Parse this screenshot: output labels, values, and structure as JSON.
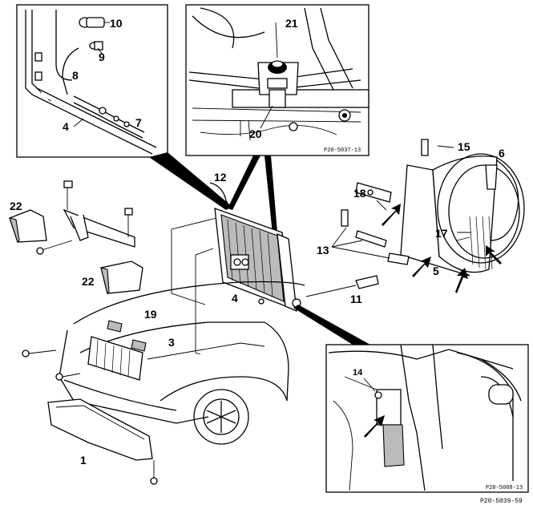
{
  "callouts": {
    "c1": "1",
    "c3": "3",
    "c4a": "4",
    "c4b": "4",
    "c5": "5",
    "c6": "6",
    "c7": "7",
    "c8": "8",
    "c9": "9",
    "c10": "10",
    "c11": "11",
    "c12": "12",
    "c13": "13",
    "c14": "14",
    "c15": "15",
    "c17": "17",
    "c18": "18",
    "c19": "19",
    "c20": "20",
    "c21": "21",
    "c22a": "22",
    "c22b": "22"
  },
  "refs": {
    "inset_top_center": "P20-5037-13",
    "inset_bottom_right": "P20-5008-13",
    "figure": "P20-5039-59"
  }
}
